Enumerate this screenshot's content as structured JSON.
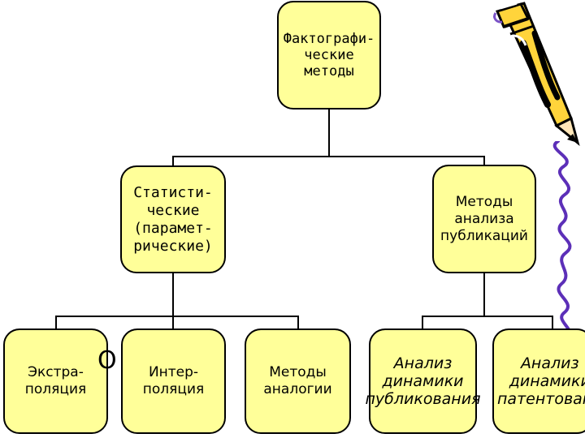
{
  "diagram": {
    "colors": {
      "node_fill": "#ffff99",
      "node_border": "#000000",
      "connector": "#000000",
      "pencil_accent": "#7a52c7",
      "wavy_line": "#5c2fb8"
    },
    "nodes": {
      "root": {
        "label": "Фактографи-\nческие\nметоды"
      },
      "statistical": {
        "label": "Статисти-\nческие\n(парамет-\nрические)"
      },
      "publication_methods": {
        "label": "Методы\nанализа\nпубликаций"
      },
      "extrapolation": {
        "label": "Экстра-\nполяция"
      },
      "interpolation": {
        "label": "Интер-\nполяция"
      },
      "analogy_methods": {
        "label": "Методы\nаналогии"
      },
      "publication_dynamics": {
        "label": "Анализ\nдинамики\nпубликования"
      },
      "patent_dynamics": {
        "label": "Анализ\nдинамики\nпатентовани"
      }
    },
    "ghost_mark": "О",
    "decorations": {
      "pencil": "pencil-icon",
      "wavy_line": "wavy-line"
    }
  }
}
